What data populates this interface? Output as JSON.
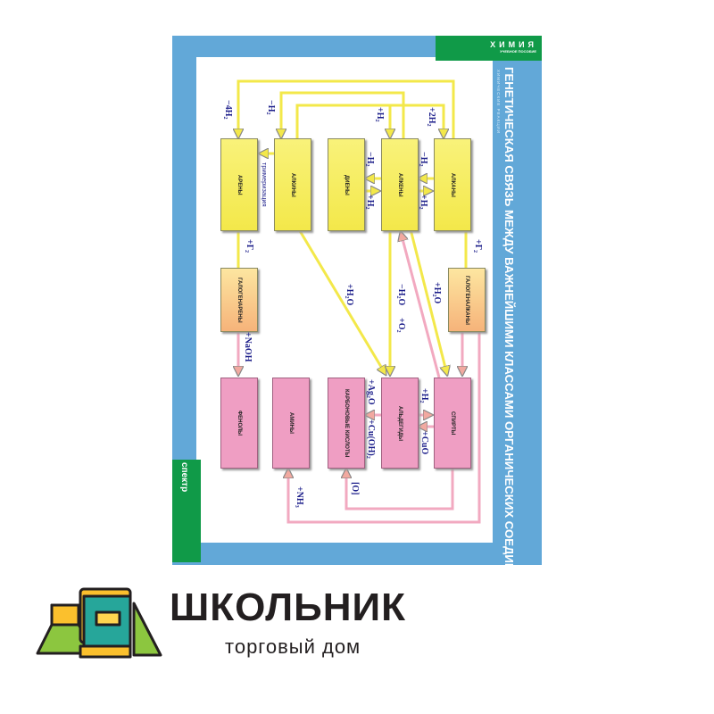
{
  "poster": {
    "header_title": "ХИМИЯ",
    "header_subtitle": "УЧЕБНОЕ ПОСОБИЕ",
    "series": "ХИМИЧЕСКИЕ РЕАКЦИИ",
    "title": "ГЕНЕТИЧЕСКАЯ СВЯЗЬ МЕЖДУ ВАЖНЕЙШИМИ КЛАССАМИ ОРГАНИЧЕСКИХ СОЕДИНЕНИЙ",
    "publisher": "спектр"
  },
  "boxes": {
    "arenes": "АРЕНЫ",
    "alkynes": "АЛКИНЫ",
    "dienes": "ДИЕНЫ",
    "alkenes": "АЛКЕНЫ",
    "alkanes": "АЛКАНЫ",
    "haloarenes": "ГАЛОГЕНАРЕНЫ",
    "haloalkanes": "ГАЛОГЕНАЛКАНЫ",
    "phenols": "ФЕНОЛЫ",
    "amines": "АМИНЫ",
    "acids": "КАРБОНОВЫЕ КИСЛОТЫ",
    "aldehydes": "АЛЬДЕГИДЫ",
    "alcohols": "СПИРТЫ"
  },
  "labels": {
    "minus_4h2": "−4H₂",
    "minus_h2_top": "−H₂",
    "plus_h2_top": "+H₂",
    "plus_2h2": "+2H₂",
    "trimerization": "тримеризация",
    "dienes_minus_h2": "−H₂",
    "dienes_plus_h2": "+H₂",
    "alkanes_minus_h2": "−H₂",
    "alkanes_plus_h2": "+H₂",
    "halogen_left": "+Г₂",
    "halogen_right": "+Г₂",
    "naoh": "+NaOH",
    "water_alkynes": "+H₂O",
    "minus_water": "−H₂O",
    "oxygen": "+O₂",
    "water_alkenes": "+H₂O",
    "ag2o": "+Ag₂O",
    "cuoh2": "+Cu(OH)₂",
    "h2_ald": "+H₂",
    "cuo": "+CuO",
    "oxid": "[O]",
    "nh3": "+NH₃"
  },
  "brand": {
    "name": "ШКОЛЬНИК",
    "subtitle": "торговый дом"
  },
  "colors": {
    "blue": "#62a8d8",
    "green": "#109a48",
    "yellow": "#f3e84a",
    "pink": "#ef9ec3",
    "label": "#1c1e8a"
  }
}
